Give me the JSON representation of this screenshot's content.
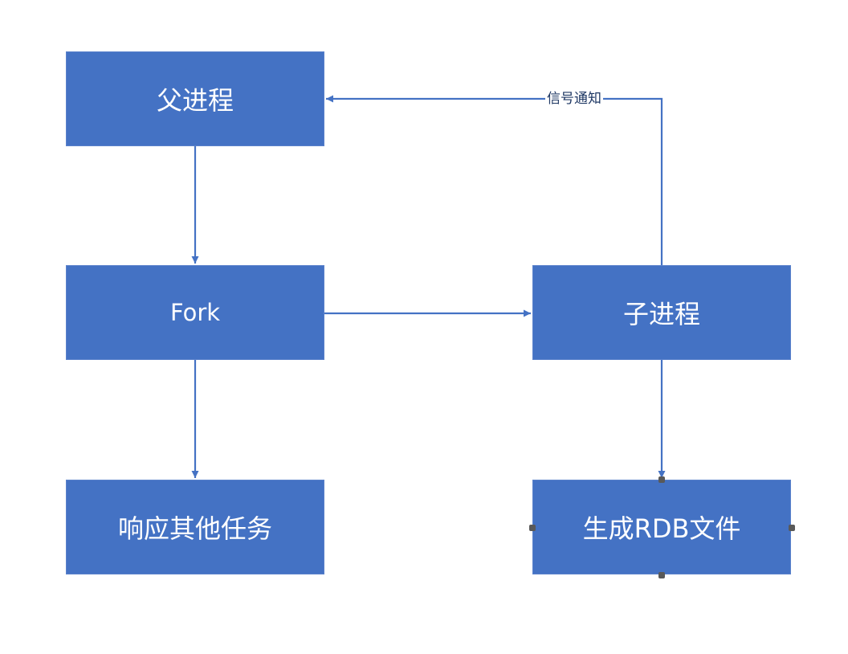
{
  "diagram": {
    "nodes": {
      "parent": "父进程",
      "fork": "Fork",
      "other_tasks": "响应其他任务",
      "child": "子进程",
      "rdb": "生成RDB文件"
    },
    "edge_labels": {
      "signal": "信号通知"
    },
    "colors": {
      "node_fill": "#4472c4",
      "edge": "#4472c4",
      "text": "#ffffff"
    }
  }
}
